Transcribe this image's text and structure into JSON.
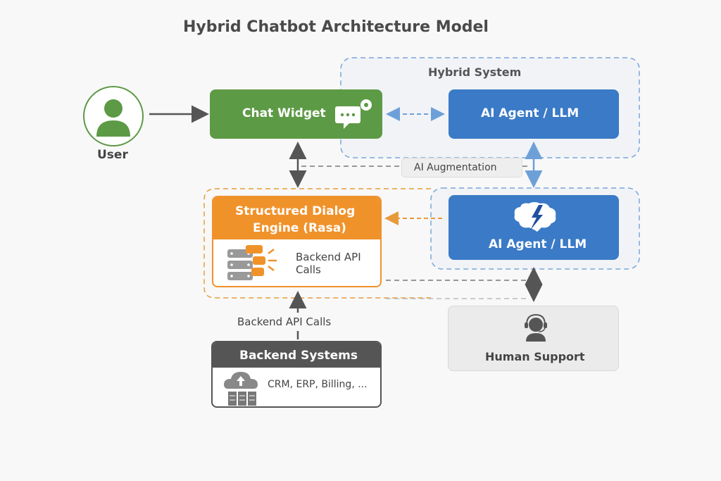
{
  "title": "Hybrid Chatbot Architecture Model",
  "user": {
    "label": "User",
    "icon": "user-icon"
  },
  "chat_widget": {
    "label": "Chat Widget",
    "icon": "chat-settings-icon"
  },
  "hybrid_system": {
    "label": "Hybrid System"
  },
  "ai_agent_top": {
    "label": "AI Agent / LLM"
  },
  "ai_augmentation": {
    "label": "AI Augmentation"
  },
  "dialog_engine": {
    "label_line1": "Structured Dialog",
    "label_line2": "Engine (Rasa)",
    "sub_label": "Backend API Calls",
    "icon": "server-stack-icon"
  },
  "ai_agent_bottom": {
    "label": "AI Agent / LLM",
    "icon": "brain-lightning-icon"
  },
  "backend_api_label": "Backend API Calls",
  "backend_systems": {
    "label": "Backend Systems",
    "sub_label": "CRM, ERP, Billing, ...",
    "icon": "cloud-servers-icon"
  },
  "human_support": {
    "label": "Human Support",
    "icon": "headset-agent-icon"
  },
  "colors": {
    "green": "#5d9a45",
    "blue": "#3a7ac6",
    "orange": "#f0922a",
    "dark": "#555555",
    "light_blue_dash": "#7aa6d8"
  }
}
